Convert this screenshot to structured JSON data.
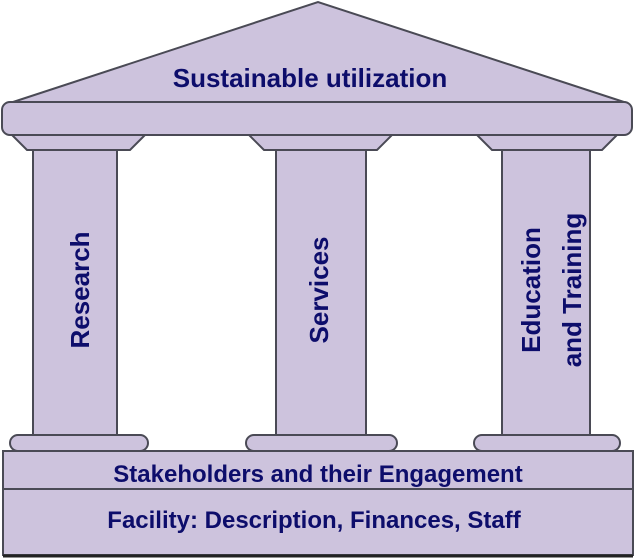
{
  "roof": {
    "label": "Sustainable utilization"
  },
  "pillars": [
    {
      "lines": [
        "Research"
      ]
    },
    {
      "lines": [
        "Services"
      ]
    },
    {
      "lines": [
        "Education",
        "and Training"
      ]
    }
  ],
  "foundation": {
    "upper": "Stakeholders and their Engagement",
    "lower": "Facility: Description, Finances, Staff"
  },
  "colors": {
    "fill": "#cdc3dd",
    "text": "#0d0d6b",
    "stroke": "#4a4a55"
  }
}
